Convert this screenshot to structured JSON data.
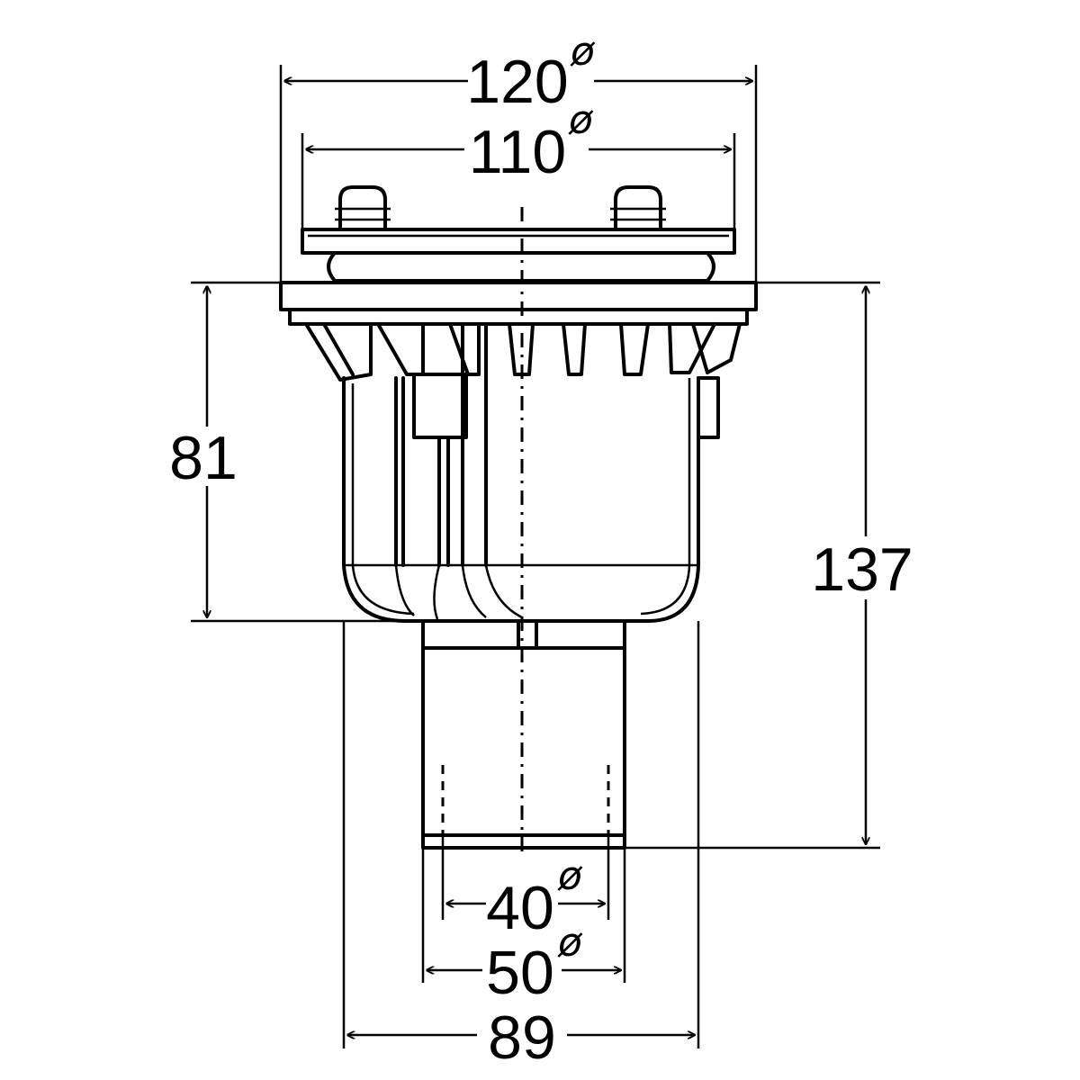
{
  "dimensions": {
    "outer_flange_diameter": "120",
    "inner_flange_diameter": "110",
    "body_height": "81",
    "total_height": "137",
    "outlet_inner_diameter": "40",
    "outlet_outer_diameter": "50",
    "body_width": "89"
  },
  "symbols": {
    "diameter": "ø"
  },
  "colors": {
    "line": "#000000",
    "background": "#ffffff"
  }
}
